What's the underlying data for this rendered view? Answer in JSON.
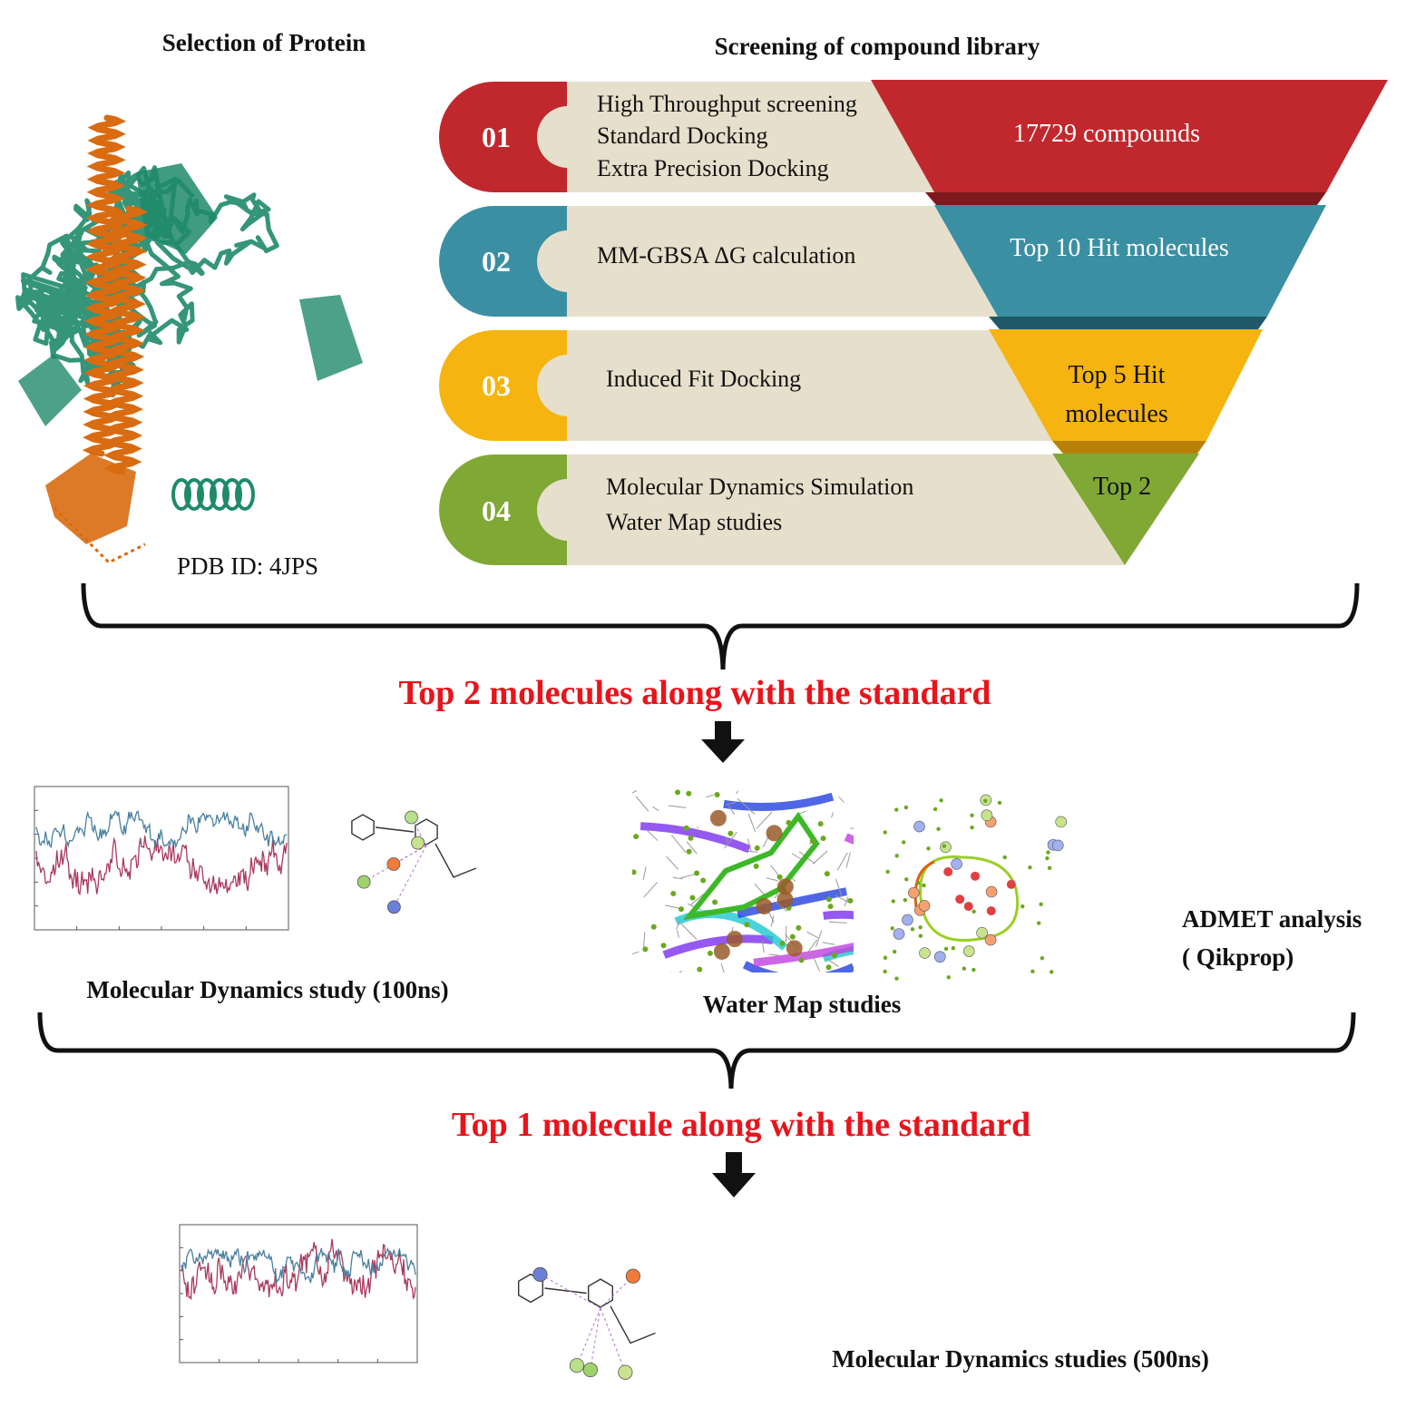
{
  "protein": {
    "heading": "Selection of Protein",
    "pdb_label": "PDB ID: 4JPS"
  },
  "library": {
    "heading": "Screening of compound library",
    "steps": [
      {
        "number": "01",
        "lines": [
          "High Throughput screening",
          "Standard Docking",
          "Extra Precision Docking"
        ],
        "result": [
          "17729 compounds"
        ],
        "color": "#c0282d"
      },
      {
        "number": "02",
        "lines": [
          "MM-GBSA ΔG calculation"
        ],
        "result": [
          "Top 10 Hit molecules"
        ],
        "color": "#3a8fa3"
      },
      {
        "number": "03",
        "lines": [
          "Induced Fit Docking"
        ],
        "result": [
          "Top 5 Hit",
          "molecules"
        ],
        "color": "#f5b40f"
      },
      {
        "number": "04",
        "lines": [
          "Molecular Dynamics Simulation",
          "Water Map studies"
        ],
        "result": [
          "Top 2"
        ],
        "color": "#80a834"
      }
    ]
  },
  "stage2": {
    "title": "Top 2 molecules along with the standard",
    "md_label": "Molecular Dynamics study (100ns)",
    "watermap_label": "Water Map studies",
    "admet_label_line1": "ADMET analysis",
    "admet_label_line2": "( Qikprop)"
  },
  "stage3": {
    "title": "Top 1 molecule along with the standard",
    "md_label": "Molecular Dynamics studies (500ns)"
  },
  "colors": {
    "highlight_red": "#e8141b",
    "panel_beige": "#e6dfcb",
    "protein_green": "#1f8a6a",
    "protein_orange": "#d96b10",
    "rmsd_protein": "#4a7fa0",
    "rmsd_ligand": "#a83a5c"
  }
}
